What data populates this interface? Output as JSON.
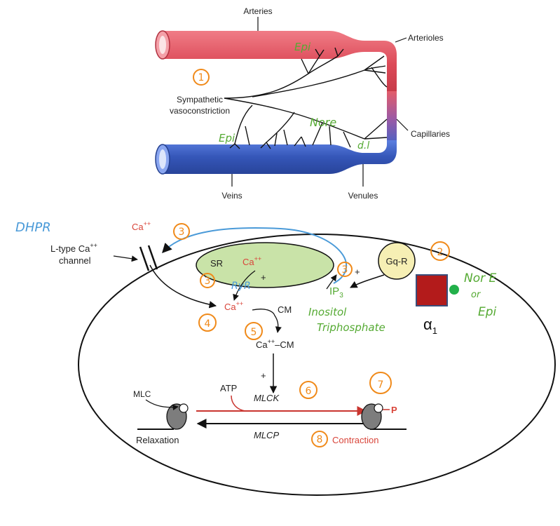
{
  "vessels": {
    "arteries_label": "Arteries",
    "arterioles_label": "Arterioles",
    "capillaries_label": "Capillaries",
    "veins_label": "Veins",
    "venules_label": "Venules",
    "symp_line1": "Sympathetic",
    "symp_line2": "vasoconstriction",
    "colors": {
      "artery": "#e35d6a",
      "vein": "#3f63c8"
    }
  },
  "cell": {
    "ca_out": "Ca",
    "ca_out_sup": "++",
    "ltype_line1": "L-type Ca",
    "ltype_line1_sup": "++",
    "ltype_line2": "channel",
    "sr_label": "SR",
    "sr_ca": "Ca",
    "sr_ca_sup": "++",
    "plus1": "+",
    "plus2": "+",
    "plus3": "+",
    "ip3": "IP",
    "ip3_sub": "3",
    "gqr": "Gq-R",
    "ca_cyt": "Ca",
    "ca_cyt_sup": "++",
    "cm": "CM",
    "ca_cm_a": "Ca",
    "ca_cm_sup": "++",
    "ca_cm_b": "–CM",
    "atp": "ATP",
    "mlck": "MLCK",
    "mlcp": "MLCP",
    "mlc": "MLC",
    "relaxation": "Relaxation",
    "contraction": "Contraction",
    "p": "P",
    "alpha": "α",
    "alpha_sub": "1"
  },
  "annotations": {
    "dhpr": "DHPR",
    "ryr": "RyR",
    "epi_top": "Epi",
    "epi_bottom": "Epi",
    "nore": "Nore",
    "dil": "d.l",
    "nore_e": "Nor E",
    "or": "or",
    "epi_right": "Epi",
    "inositol": "Inositol",
    "triphosphate": "Triphosphate",
    "n1": "1",
    "n2": "2",
    "n3a": "3",
    "n3b": "3",
    "n3c": "3",
    "n4": "4",
    "n5": "5",
    "n6": "6",
    "n7": "7",
    "n8": "8"
  }
}
